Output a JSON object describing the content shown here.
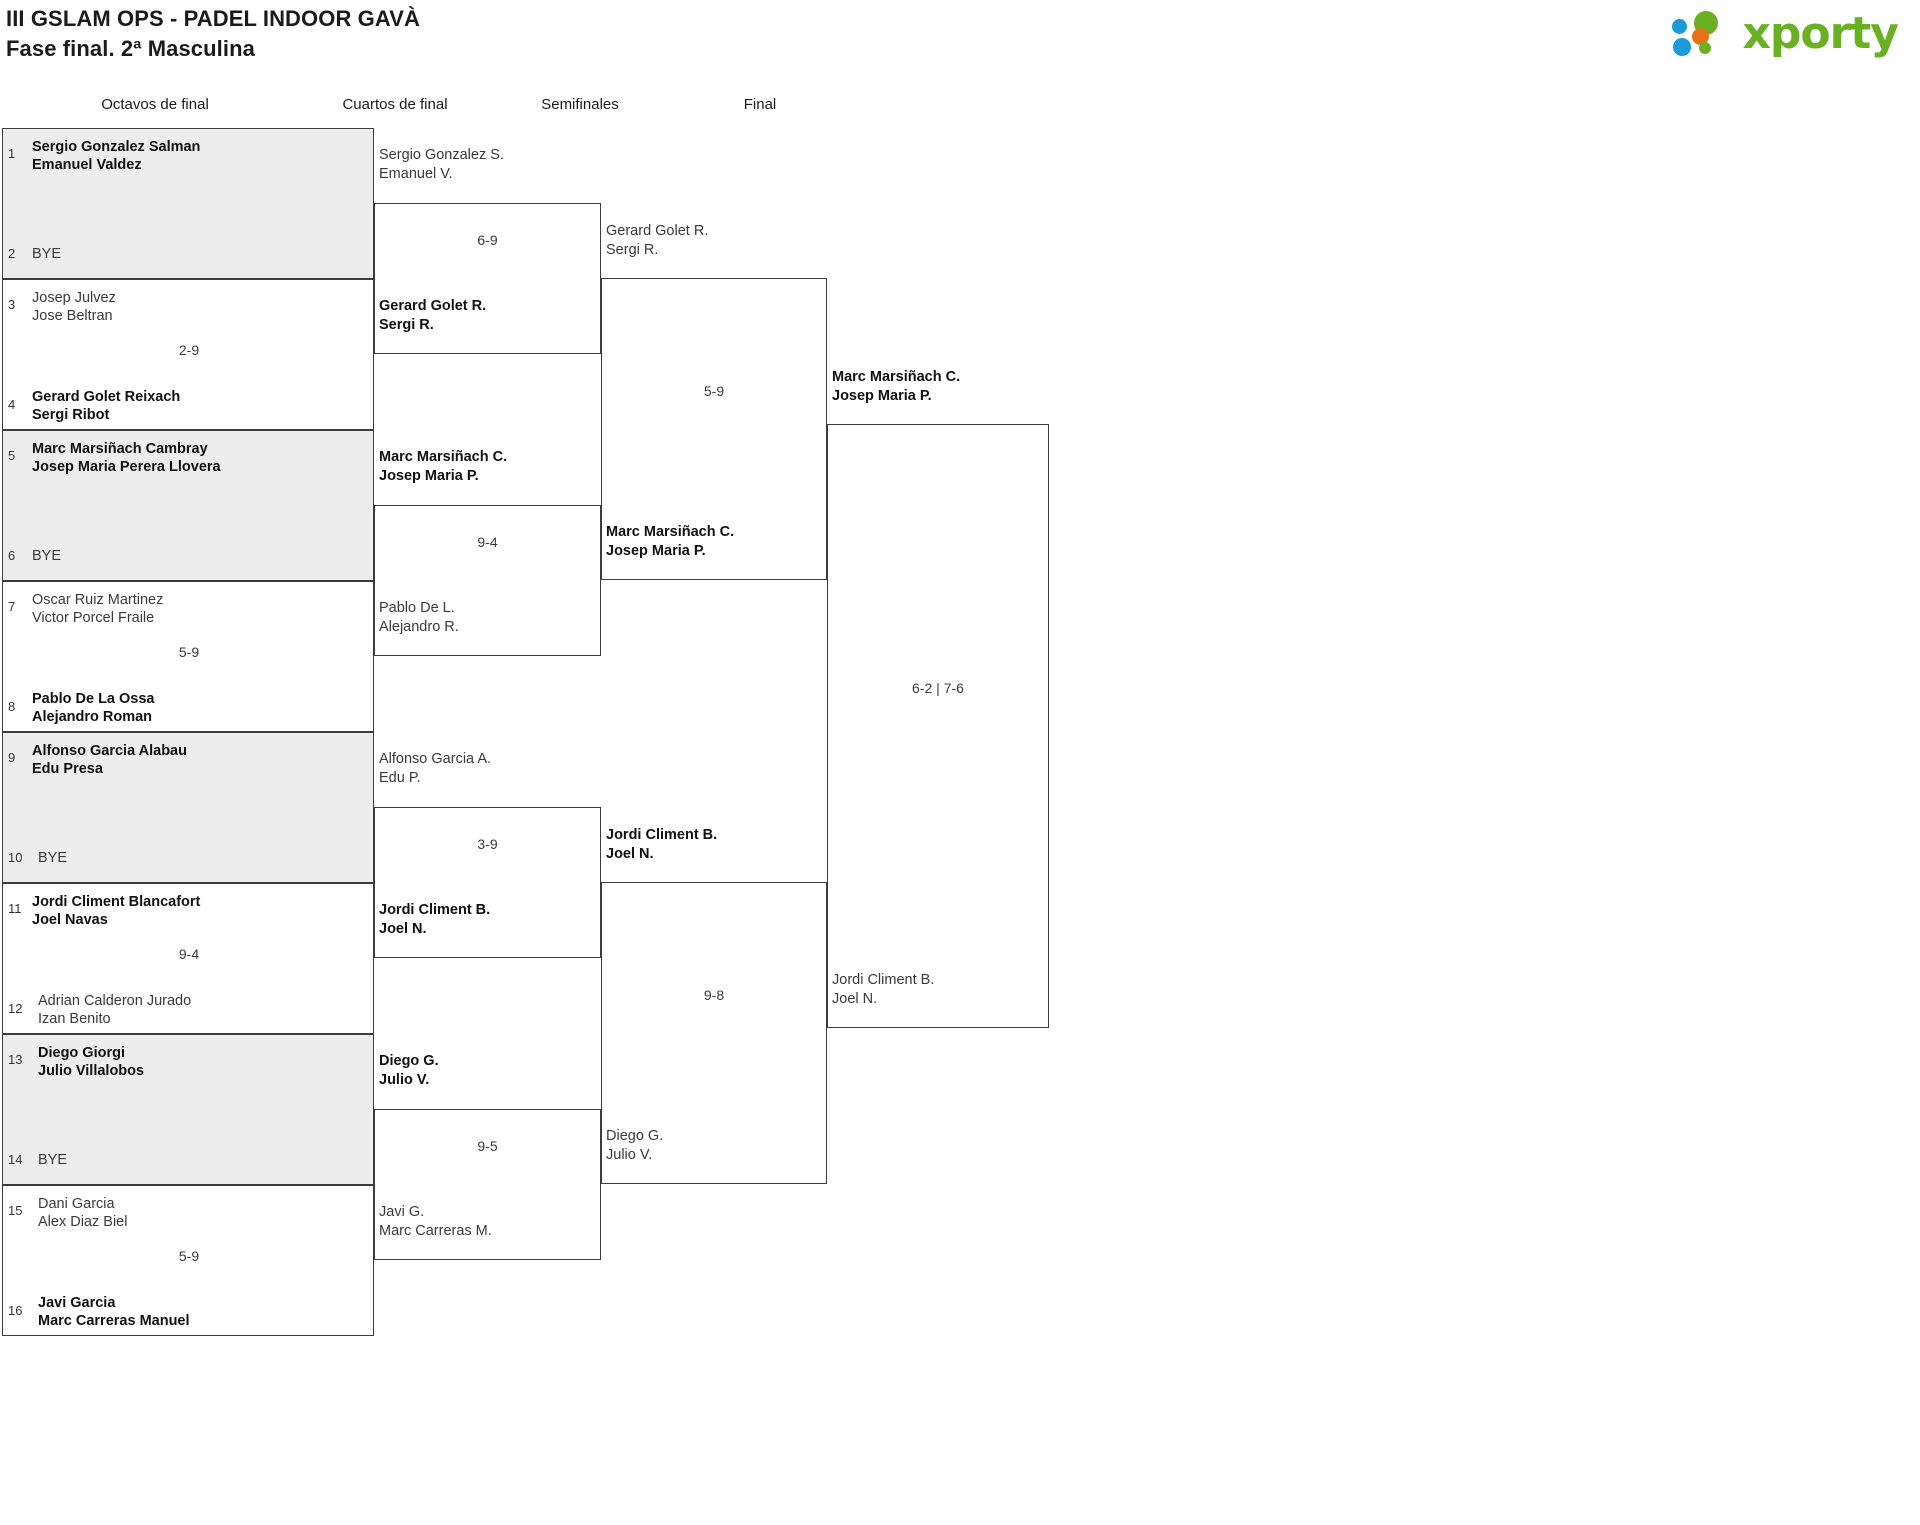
{
  "header": {
    "title_line1": "III GSLAM OPS - PADEL INDOOR GAVÀ",
    "title_line2": "Fase final. 2ª Masculina"
  },
  "logo": {
    "wordmark": "xporty",
    "colors": {
      "green": "#6ab023",
      "blue": "#1a9ad7",
      "orange": "#e87211"
    }
  },
  "rounds": [
    {
      "id": "r16",
      "label": "Octavos de final"
    },
    {
      "id": "qf",
      "label": "Cuartos de final"
    },
    {
      "id": "sf",
      "label": "Semifinales"
    },
    {
      "id": "f",
      "label": "Final"
    }
  ],
  "bye_label": "BYE",
  "round1": [
    {
      "shaded": true,
      "top_seed": "1",
      "top_p1": "Sergio Gonzalez Salman",
      "top_p2": "Emanuel Valdez",
      "top_winner": true,
      "bot_seed": "2",
      "bot_bye": "BYE",
      "score": ""
    },
    {
      "shaded": false,
      "top_seed": "3",
      "top_p1": "Josep Julvez",
      "top_p2": "Jose Beltran",
      "top_winner": false,
      "bot_seed": "4",
      "bot_p1": "Gerard Golet Reixach",
      "bot_p2": "Sergi Ribot",
      "bot_winner": true,
      "score": "2-9"
    },
    {
      "shaded": true,
      "top_seed": "5",
      "top_p1": "Marc Marsiñach Cambray",
      "top_p2": "Josep Maria Perera Llovera",
      "top_winner": true,
      "bot_seed": "6",
      "bot_bye": "BYE",
      "score": ""
    },
    {
      "shaded": false,
      "top_seed": "7",
      "top_p1": "Oscar Ruiz Martinez",
      "top_p2": "Victor Porcel Fraile",
      "top_winner": false,
      "bot_seed": "8",
      "bot_p1": "Pablo De La Ossa",
      "bot_p2": "Alejandro Roman",
      "bot_winner": true,
      "score": "5-9"
    },
    {
      "shaded": true,
      "top_seed": "9",
      "top_p1": "Alfonso Garcia Alabau",
      "top_p2": "Edu Presa",
      "top_winner": true,
      "bot_seed": "10",
      "bot_bye": "BYE",
      "score": ""
    },
    {
      "shaded": false,
      "top_seed": "11",
      "top_p1": "Jordi Climent Blancafort",
      "top_p2": "Joel Navas",
      "top_winner": true,
      "bot_seed": "12",
      "bot_p1": "Adrian Calderon Jurado",
      "bot_p2": "Izan Benito",
      "bot_winner": false,
      "score": "9-4"
    },
    {
      "shaded": true,
      "top_seed": "13",
      "top_p1": "Diego Giorgi",
      "top_p2": "Julio Villalobos",
      "top_winner": true,
      "bot_seed": "14",
      "bot_bye": "BYE",
      "score": ""
    },
    {
      "shaded": false,
      "top_seed": "15",
      "top_p1": "Dani Garcia",
      "top_p2": "Alex Diaz Biel",
      "top_winner": false,
      "bot_seed": "16",
      "bot_p1": "Javi Garcia",
      "bot_p2": "Marc Carreras Manuel",
      "bot_winner": true,
      "score": "5-9"
    }
  ],
  "quarters": [
    {
      "top_p1": "Sergio Gonzalez S.",
      "top_p2": "Emanuel V.",
      "top_winner": false,
      "bot_p1": "Gerard Golet R.",
      "bot_p2": "Sergi R.",
      "bot_winner": true,
      "score": "6-9"
    },
    {
      "top_p1": "Marc Marsiñach C.",
      "top_p2": "Josep Maria P.",
      "top_winner": true,
      "bot_p1": "Pablo De L.",
      "bot_p2": "Alejandro R.",
      "bot_winner": false,
      "score": "9-4"
    },
    {
      "top_p1": "Alfonso Garcia A.",
      "top_p2": "Edu P.",
      "top_winner": false,
      "bot_p1": "Jordi Climent B.",
      "bot_p2": "Joel N.",
      "bot_winner": true,
      "score": "3-9"
    },
    {
      "top_p1": "Diego G.",
      "top_p2": "Julio V.",
      "top_winner": true,
      "bot_p1": "Javi G.",
      "bot_p2": "Marc Carreras M.",
      "bot_winner": false,
      "score": "9-5"
    }
  ],
  "semis": [
    {
      "top_p1": "Gerard Golet R.",
      "top_p2": "Sergi R.",
      "top_winner": false,
      "bot_p1": "Marc Marsiñach C.",
      "bot_p2": "Josep Maria P.",
      "bot_winner": true,
      "score": "5-9"
    },
    {
      "top_p1": "Jordi Climent B.",
      "top_p2": "Joel N.",
      "top_winner": true,
      "bot_p1": "Diego G.",
      "bot_p2": "Julio V.",
      "bot_winner": false,
      "score": "9-8"
    }
  ],
  "final": {
    "top_p1": "Marc Marsiñach C.",
    "top_p2": "Josep Maria P.",
    "top_winner": true,
    "bot_p1": "Jordi Climent B.",
    "bot_p2": "Joel N.",
    "bot_winner": false,
    "score": "6-2 | 7-6"
  }
}
